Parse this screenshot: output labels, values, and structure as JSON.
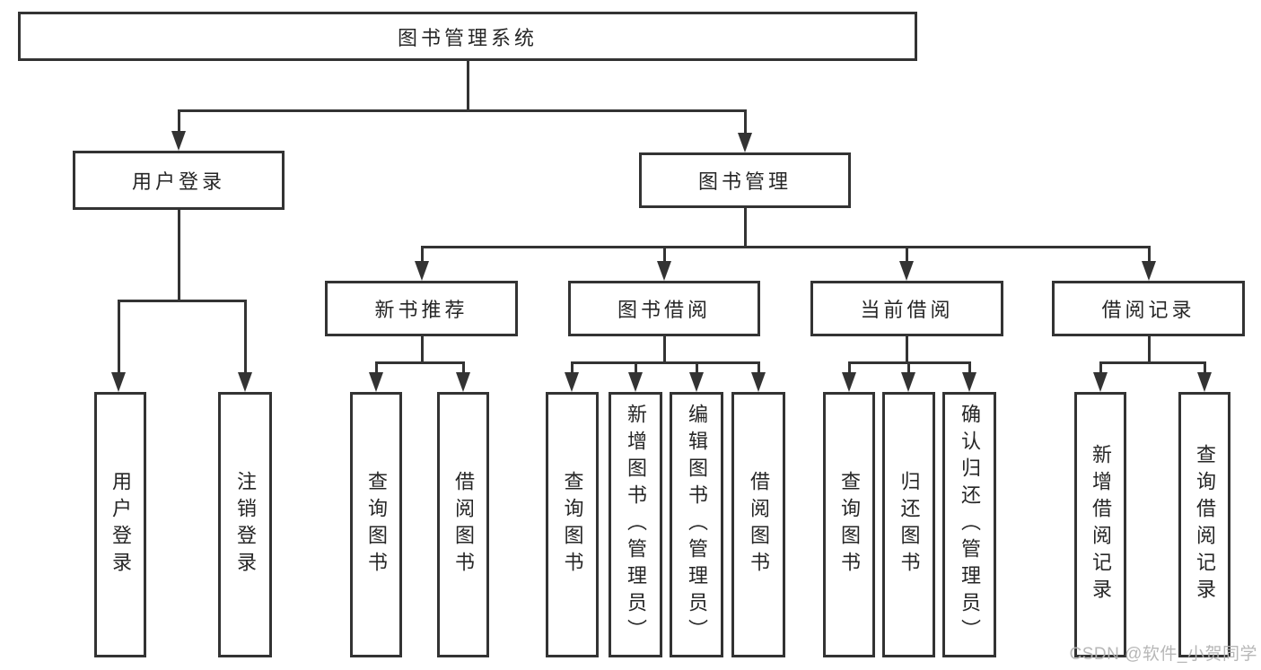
{
  "nodes": {
    "root": "图书管理系统",
    "user_login": "用户登录",
    "book_mgmt": "图书管理",
    "new_book_rec": "新书推荐",
    "book_borrow": "图书借阅",
    "current_borrow": "当前借阅",
    "borrow_records": "借阅记录",
    "leaf_user_login": "用户登录",
    "leaf_logout": "注销登录",
    "leaf_query_books_rec": "查询图书",
    "leaf_borrow_books_rec": "借阅图书",
    "leaf_query_books_borrow": "查询图书",
    "leaf_add_books": "新增图书（管理员）",
    "leaf_edit_books": "编辑图书（管理员）",
    "leaf_borrow_books_borrow": "借阅图书",
    "leaf_query_books_current": "查询图书",
    "leaf_return_books": "归还图书",
    "leaf_confirm_return": "确认归还（管理员）",
    "leaf_add_borrow_record": "新增借阅记录",
    "leaf_query_borrow_record": "查询借阅记录"
  },
  "watermark": "CSDN @软件_小贺同学",
  "colors": {
    "box_border": "#333333",
    "connector_line": "#333333",
    "text": "#262626",
    "watermark": "#b4b4b4",
    "background": "#ffffff"
  }
}
